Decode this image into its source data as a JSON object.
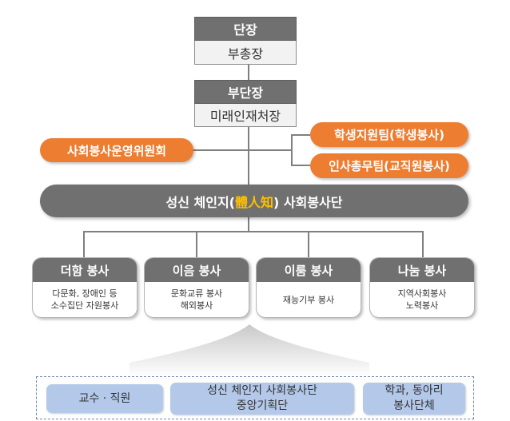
{
  "top": {
    "title": "단장",
    "sub": "부총장"
  },
  "second": {
    "title": "부단장",
    "sub": "미래인재처장"
  },
  "committee": "사회봉사운영위원회",
  "teams": [
    "학생지원팀(학생봉사)",
    "인사총무팀(교직원봉사)"
  ],
  "main": {
    "prefix": "성신 체인지(",
    "highlight": "體人知",
    "suffix": ") 사회봉사단"
  },
  "units": [
    {
      "title": "더함 봉사",
      "desc": "다문화, 장애인 등\n소수집단 자원봉사"
    },
    {
      "title": "이음 봉사",
      "desc": "문화교류 봉사\n해외봉사"
    },
    {
      "title": "이룸 봉사",
      "desc": "재능기부 봉사"
    },
    {
      "title": "나눔 봉사",
      "desc": "지역사회봉사\n노력봉사"
    }
  ],
  "bottom": [
    "교수 · 직원",
    "성신 체인지 사회봉사단\n중앙기획단",
    "학과, 동아리\n봉사단체"
  ],
  "colors": {
    "gray": "#707070",
    "orange": "#ed7d31",
    "blue": "#b4c9ea",
    "highlight": "#ffc000"
  }
}
